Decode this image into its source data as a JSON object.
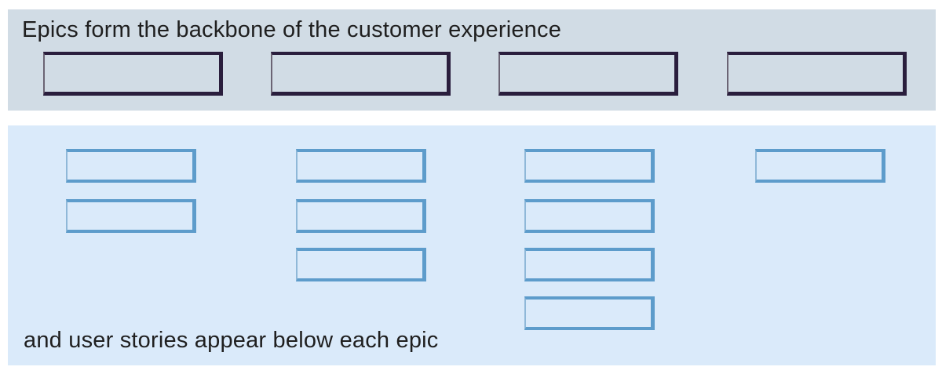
{
  "epics_caption": "Epics form the backbone of the customer experience",
  "stories_caption": "and user stories appear below each epic",
  "colors": {
    "epics_band": "#d1dce5",
    "stories_band": "#daeafa",
    "epic_border": "#2a1e3d",
    "story_border": "#5d9ccb",
    "text": "#1f1f1f"
  },
  "epics_count": 4,
  "stories_per_epic": [
    2,
    3,
    4,
    1
  ]
}
